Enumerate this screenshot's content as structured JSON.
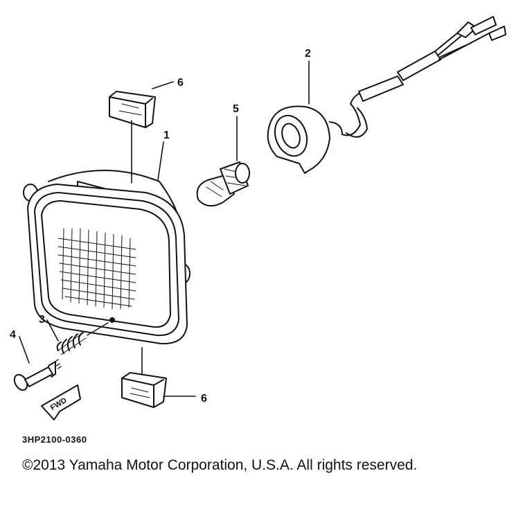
{
  "diagram": {
    "callouts": {
      "part_1": "1",
      "part_2": "2",
      "part_3": "3",
      "part_4": "4",
      "part_5": "5",
      "part_6_top": "6",
      "part_6_bottom": "6"
    },
    "arrow_label": "FWD",
    "part_code": "3HP2100-0360",
    "copyright": "©2013 Yamaha Motor Corporation, U.S.A. All rights reserved."
  }
}
